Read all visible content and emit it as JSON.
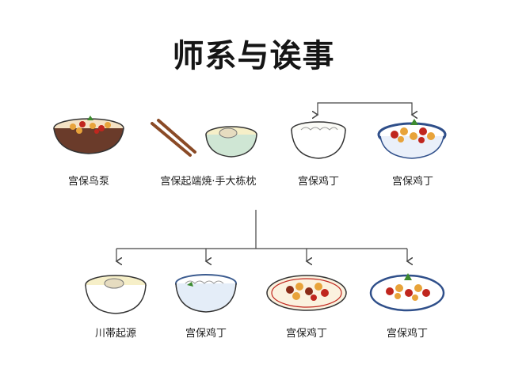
{
  "title": "师系与诶事",
  "top_row": [
    {
      "label": "宫保鸟泵",
      "icon": "dark-bowl-chicken-icon"
    },
    {
      "label": "宫保起端焼·手大栋枕",
      "icon": "chopsticks-soup-bowl-icon"
    },
    {
      "label": "宫保鸡丁",
      "icon": "rice-bowl-icon"
    },
    {
      "label": "宫保鸡丁",
      "icon": "blue-bowl-chicken-icon"
    }
  ],
  "bottom_row": [
    {
      "label": "川帯起源",
      "icon": "soup-bowl-icon"
    },
    {
      "label": "宫保鸡丁",
      "icon": "blue-rice-bowl-icon"
    },
    {
      "label": "宫保鸡丁",
      "icon": "plate-chicken-icon"
    },
    {
      "label": "宫保鸡丁",
      "icon": "blue-plate-chicken-icon"
    }
  ],
  "colors": {
    "line": "#444444",
    "chicken": "#e8a33a",
    "pepper": "#c0261e",
    "greens": "#3d8a2f"
  }
}
